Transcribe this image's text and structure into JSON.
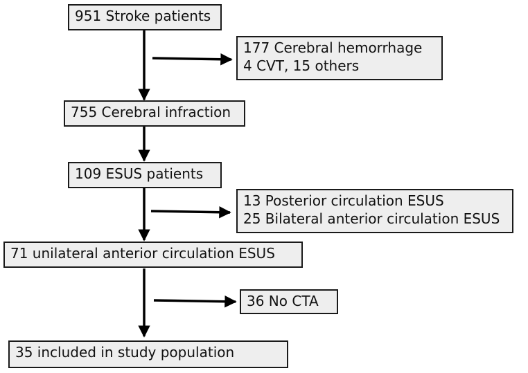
{
  "flowchart": {
    "boxes": {
      "stroke_patients": "951 Stroke patients",
      "exclusion_1": {
        "line1": "177 Cerebral hemorrhage",
        "line2": "4 CVT,  15 others"
      },
      "cerebral_infarction": "755 Cerebral infraction",
      "esus_patients": "109 ESUS patients",
      "exclusion_2": {
        "line1": "13 Posterior circulation ESUS",
        "line2": "25 Bilateral anterior circulation ESUS"
      },
      "unilateral_anterior": "71  unilateral anterior circulation ESUS",
      "exclusion_3": "36  No CTA",
      "study_population": "35   included in study population"
    },
    "colors": {
      "box_fill": "#eeeeee",
      "box_border": "#1a1a1a",
      "arrow": "#000000"
    }
  }
}
